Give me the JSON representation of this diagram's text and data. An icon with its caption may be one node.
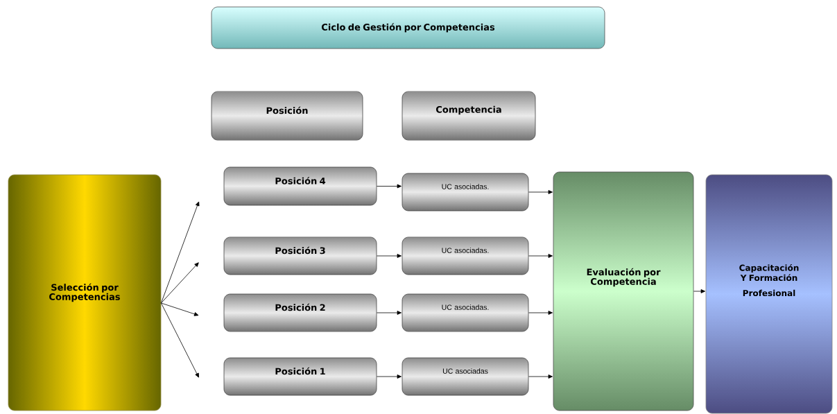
{
  "diagram": {
    "nodes": [
      {
        "text": [
          "Ciclo de Gestión por Competencias"
        ]
      },
      {
        "text": [
          "Posición"
        ]
      },
      {
        "text": [
          "Competencia"
        ]
      },
      {
        "text": [
          "Selección por Competencias"
        ]
      },
      {
        "text": [
          "Posición 4"
        ]
      },
      {
        "text": [
          "UC asociadas."
        ]
      },
      {
        "text": [
          "Posición 3"
        ]
      },
      {
        "text": [
          "UC asociadas."
        ]
      },
      {
        "text": [
          "Posición 2"
        ]
      },
      {
        "text": [
          "UC asociadas."
        ]
      },
      {
        "text": [
          "Posición 1"
        ]
      },
      {
        "text": [
          "UC asociadas"
        ]
      },
      {
        "text": [
          "Evaluación por Competencia"
        ]
      },
      {
        "text": [
          "Capacitación Y Formación",
          "Profesional"
        ]
      }
    ],
    "edges": [
      {
        "from": 3,
        "to": null,
        "arrow": "to"
      },
      {
        "from": 3,
        "to": null,
        "arrow": "to"
      },
      {
        "from": 3,
        "to": null,
        "arrow": "to"
      },
      {
        "from": 3,
        "to": null,
        "arrow": "to"
      },
      {
        "from": 4,
        "to": 5,
        "arrow": "to"
      },
      {
        "from": 6,
        "to": 7,
        "arrow": "to"
      },
      {
        "from": 8,
        "to": 9,
        "arrow": "to"
      },
      {
        "from": 10,
        "to": 11,
        "arrow": "to"
      },
      {
        "from": 5,
        "to": 12,
        "arrow": "to"
      },
      {
        "from": 7,
        "to": 12,
        "arrow": "to"
      },
      {
        "from": 9,
        "to": 12,
        "arrow": "to"
      },
      {
        "from": 11,
        "to": 12,
        "arrow": "to"
      },
      {
        "from": 12,
        "to": 13,
        "arrow": "to"
      }
    ]
  }
}
